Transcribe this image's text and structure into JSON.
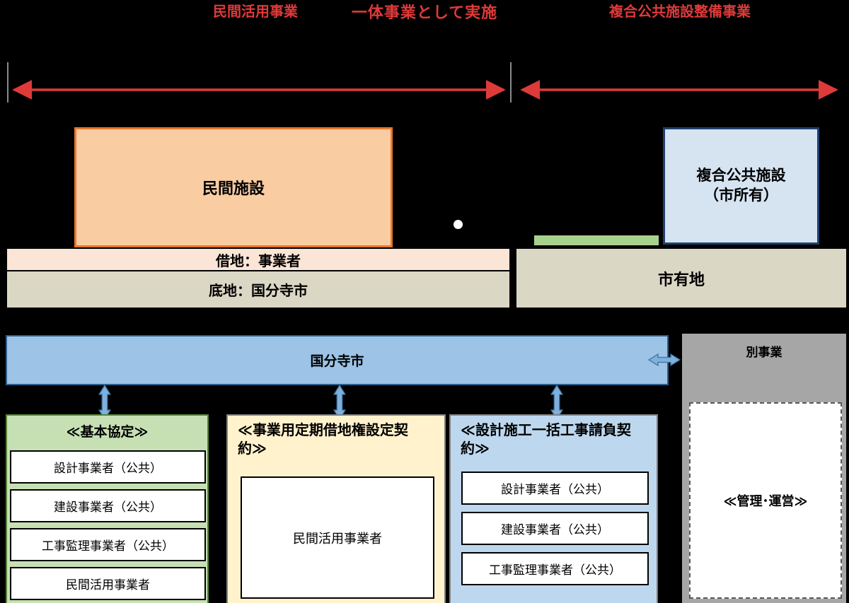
{
  "title": "一体事業として実施",
  "phase_axis": {
    "left_label": "民間活用事業",
    "right_label": "複合公共施設整備事業"
  },
  "site_diagram": {
    "private_facility": "民間施設",
    "public_facility": "複合公共施設\n（市所有）",
    "leased_land": "借地：事業者",
    "underlying_land": "底地：国分寺市",
    "city_owned_land": "市有地"
  },
  "city_bar": {
    "label": "国分寺市"
  },
  "separate_business": {
    "label": "別事業",
    "management": "≪管理･運営≫"
  },
  "basic_agreement": {
    "title": "≪基本協定≫",
    "items": [
      "設計事業者（公共）",
      "建設事業者（公共）",
      "工事監理事業者（公共）",
      "民間活用事業者"
    ]
  },
  "lease_contract": {
    "title": "≪事業用定期借地権設定契\n約≫",
    "item": "民間活用事業者"
  },
  "construction_contract": {
    "title": "≪設計施工一括工事請負契\n約≫",
    "items": [
      "設計事業者（公共）",
      "建設事業者（公共）",
      "工事監理事業者（公共）"
    ]
  },
  "colors": {
    "accent_red": "#df3a3a",
    "arrow_blue": "#7eb0de",
    "private_fill": "#f9cca2",
    "private_border": "#e8772e",
    "public_fill": "#d6e4f2",
    "land_tan": "#dbd7c5",
    "leased_peach": "#fbe5d6",
    "city_bar_blue": "#9dc3e6",
    "agreement_green": "#c6e0b4",
    "lease_yellow": "#fff2cc",
    "contract_blue": "#bdd7ee",
    "separate_gray": "#a6a6a6",
    "lawn_green": "#a9d18e"
  }
}
